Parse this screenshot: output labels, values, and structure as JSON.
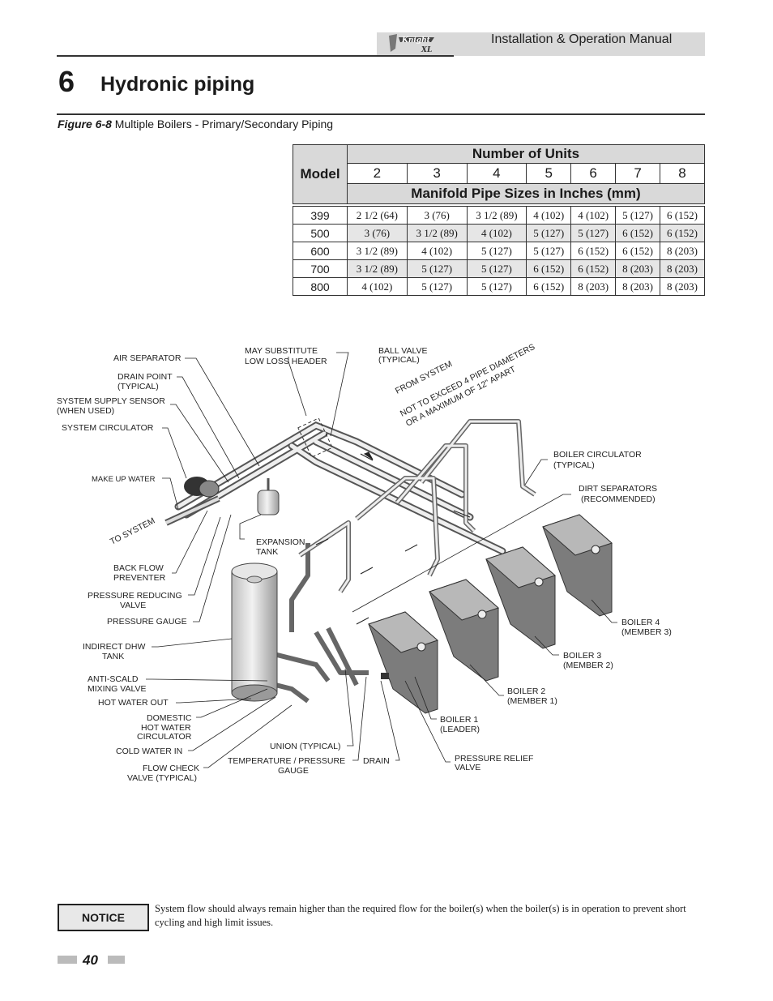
{
  "header": {
    "title": "Installation & Operation Manual",
    "logo_text": "Knight XL"
  },
  "chapter": {
    "number": "6",
    "title": "Hydronic piping"
  },
  "figure": {
    "label": "Figure 6-8",
    "caption": "Multiple Boilers - Primary/Secondary Piping"
  },
  "table": {
    "model_header": "Model",
    "units_header": "Number of Units",
    "unit_counts": [
      "2",
      "3",
      "4",
      "5",
      "6",
      "7",
      "8"
    ],
    "sizes_header": "Manifold Pipe Sizes in Inches (mm)",
    "rows": [
      {
        "model": "399",
        "cells": [
          "2 1/2 (64)",
          "3 (76)",
          "3 1/2 (89)",
          "4 (102)",
          "4 (102)",
          "5 (127)",
          "6 (152)"
        ]
      },
      {
        "model": "500",
        "cells": [
          "3 (76)",
          "3 1/2 (89)",
          "4 (102)",
          "5 (127)",
          "5 (127)",
          "6 (152)",
          "6 (152)"
        ]
      },
      {
        "model": "600",
        "cells": [
          "3 1/2 (89)",
          "4 (102)",
          "5 (127)",
          "5 (127)",
          "6 (152)",
          "6 (152)",
          "8 (203)"
        ]
      },
      {
        "model": "700",
        "cells": [
          "3 1/2 (89)",
          "5 (127)",
          "5 (127)",
          "6 (152)",
          "6 (152)",
          "8 (203)",
          "8 (203)"
        ]
      },
      {
        "model": "800",
        "cells": [
          "4 (102)",
          "5 (127)",
          "5 (127)",
          "6 (152)",
          "8 (203)",
          "8 (203)",
          "8 (203)"
        ]
      }
    ]
  },
  "diagram": {
    "labels": {
      "air_separator": "AIR SEPARATOR",
      "drain_point_1": "DRAIN POINT",
      "drain_point_2": "(TYPICAL)",
      "supply_sensor_1": "SYSTEM SUPPLY SENSOR",
      "supply_sensor_2": "(WHEN USED)",
      "system_circulator": "SYSTEM CIRCULATOR",
      "may_sub_1": "MAY SUBSTITUTE",
      "may_sub_2": "LOW LOSS HEADER",
      "ball_valve_1": "BALL VALVE",
      "ball_valve_2": "(TYPICAL)",
      "from_system": "FROM SYSTEM",
      "not_exceed_1": "NOT TO EXCEED 4 PIPE DIAMETERS",
      "not_exceed_2": "OR A MAXIMUM OF 12\" APART",
      "make_up_water": "MAKE UP WATER",
      "to_system": "TO SYSTEM",
      "expansion_1": "EXPANSION",
      "expansion_2": "TANK",
      "back_flow_1": "BACK FLOW",
      "back_flow_2": "PREVENTER",
      "pressure_reducing_1": "PRESSURE REDUCING",
      "pressure_reducing_2": "VALVE",
      "pressure_gauge": "PRESSURE GAUGE",
      "indirect_1": "INDIRECT DHW",
      "indirect_2": "TANK",
      "anti_scald_1": "ANTI-SCALD",
      "anti_scald_2": "MIXING VALVE",
      "hot_water_out": "HOT WATER OUT",
      "domestic_1": "DOMESTIC",
      "domestic_2": "HOT WATER",
      "domestic_3": "CIRCULATOR",
      "cold_water_in": "COLD WATER IN",
      "flow_check_1": "FLOW CHECK",
      "flow_check_2": "VALVE (TYPICAL)",
      "union": "UNION (TYPICAL)",
      "temp_pressure_1": "TEMPERATURE / PRESSURE",
      "temp_pressure_2": "GAUGE",
      "drain": "DRAIN",
      "boiler_circ_1": "BOILER CIRCULATOR",
      "boiler_circ_2": "(TYPICAL)",
      "dirt_sep_1": "DIRT SEPARATORS",
      "dirt_sep_2": "(RECOMMENDED)",
      "boiler4_1": "BOILER 4",
      "boiler4_2": "(MEMBER 3)",
      "boiler3_1": "BOILER 3",
      "boiler3_2": "(MEMBER 2)",
      "boiler2_1": "BOILER 2",
      "boiler2_2": "(MEMBER 1)",
      "boiler1_1": "BOILER 1",
      "boiler1_2": "(LEADER)",
      "relief_1": "PRESSURE RELIEF",
      "relief_2": "VALVE"
    }
  },
  "notice": {
    "label": "NOTICE",
    "text": "System flow should always remain higher than the required flow for the boiler(s) when the boiler(s) is in operation to prevent short cycling and high limit issues."
  },
  "page": {
    "number": "40"
  }
}
